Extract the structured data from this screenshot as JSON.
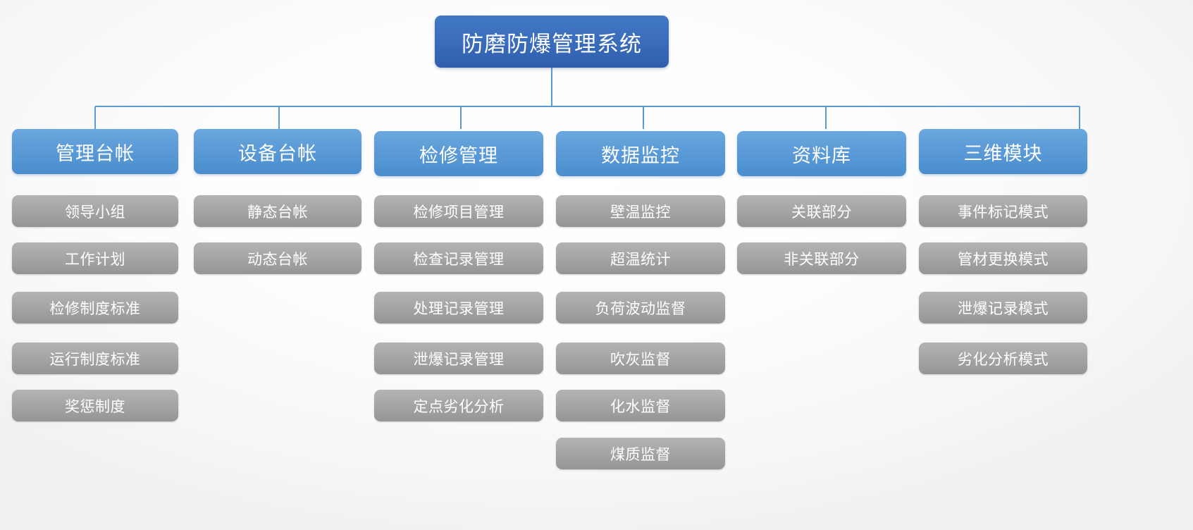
{
  "diagram": {
    "type": "organization-tree",
    "title": "防磨防爆管理系统",
    "colors": {
      "root_fill": "#3b6fbe",
      "branch_fill": "#5d9cd8",
      "leaf_fill": "#a6a6a6",
      "connector": "#5b9bd5",
      "text": "#ffffff",
      "background": "#f7f8f9"
    },
    "root": {
      "label": "防磨防爆管理系统"
    },
    "branches": [
      {
        "label": "管理台帐",
        "children": [
          {
            "label": "领导小组"
          },
          {
            "label": "工作计划"
          },
          {
            "label": "检修制度标准"
          },
          {
            "label": "运行制度标准"
          },
          {
            "label": "奖惩制度"
          }
        ]
      },
      {
        "label": "设备台帐",
        "children": [
          {
            "label": "静态台帐"
          },
          {
            "label": "动态台帐"
          }
        ]
      },
      {
        "label": "检修管理",
        "children": [
          {
            "label": "检修项目管理"
          },
          {
            "label": "检查记录管理"
          },
          {
            "label": "处理记录管理"
          },
          {
            "label": "泄爆记录管理"
          },
          {
            "label": "定点劣化分析"
          }
        ]
      },
      {
        "label": "数据监控",
        "children": [
          {
            "label": "壁温监控"
          },
          {
            "label": "超温统计"
          },
          {
            "label": "负荷波动监督"
          },
          {
            "label": "吹灰监督"
          },
          {
            "label": "化水监督"
          },
          {
            "label": "煤质监督"
          }
        ]
      },
      {
        "label": "资料库",
        "children": [
          {
            "label": "关联部分"
          },
          {
            "label": "非关联部分"
          }
        ]
      },
      {
        "label": "三维模块",
        "children": [
          {
            "label": "事件标记模式"
          },
          {
            "label": "管材更换模式"
          },
          {
            "label": "泄爆记录模式"
          },
          {
            "label": "劣化分析模式"
          }
        ]
      }
    ]
  }
}
